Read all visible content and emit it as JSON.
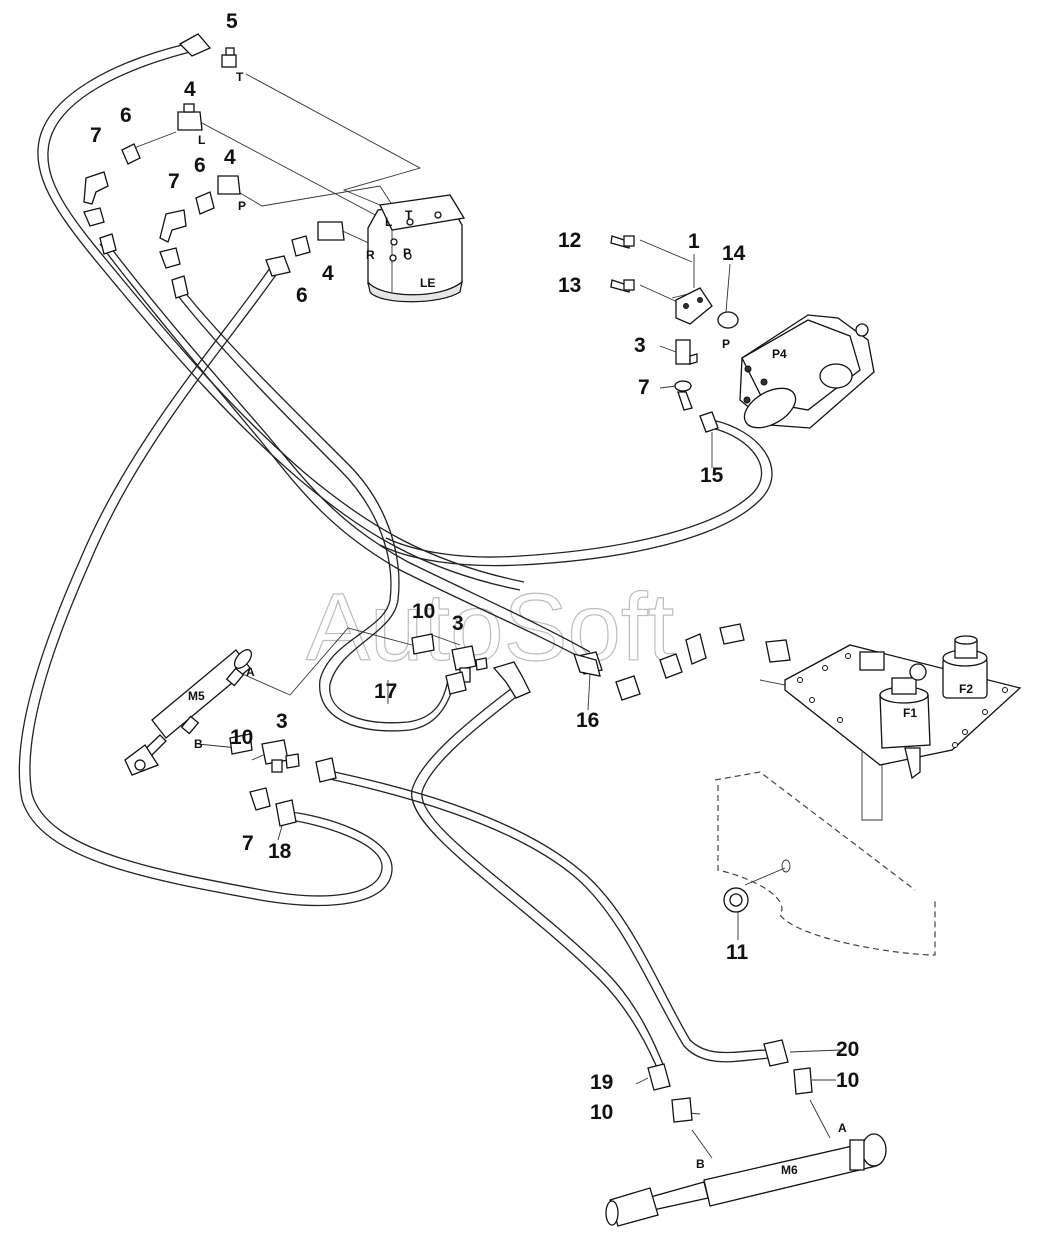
{
  "watermark": "AutoSoft",
  "callouts": {
    "c1": "1",
    "c3a": "3",
    "c3b": "3",
    "c3c": "3",
    "c4a": "4",
    "c4b": "4",
    "c4c": "4",
    "c5": "5",
    "c6a": "6",
    "c6b": "6",
    "c6c": "6",
    "c7a": "7",
    "c7b": "7",
    "c7c": "7",
    "c7d": "7",
    "c10a": "10",
    "c10b": "10",
    "c10c": "10",
    "c10d": "10",
    "c11": "11",
    "c12": "12",
    "c13": "13",
    "c14": "14",
    "c15": "15",
    "c16": "16",
    "c17": "17",
    "c18": "18",
    "c19": "19",
    "c20": "20"
  },
  "components": {
    "steering_unit": "LE",
    "pump": "P4",
    "cylinder_left": "M5",
    "cylinder_right": "M6",
    "filter_1": "F1",
    "filter_2": "F2"
  },
  "ports": {
    "t1": "T",
    "t2": "T",
    "l1": "L",
    "l2": "L",
    "p1": "P",
    "p2": "P",
    "p3": "P",
    "r1": "R",
    "a1": "A",
    "a2": "A",
    "b1": "B",
    "b2": "B"
  }
}
